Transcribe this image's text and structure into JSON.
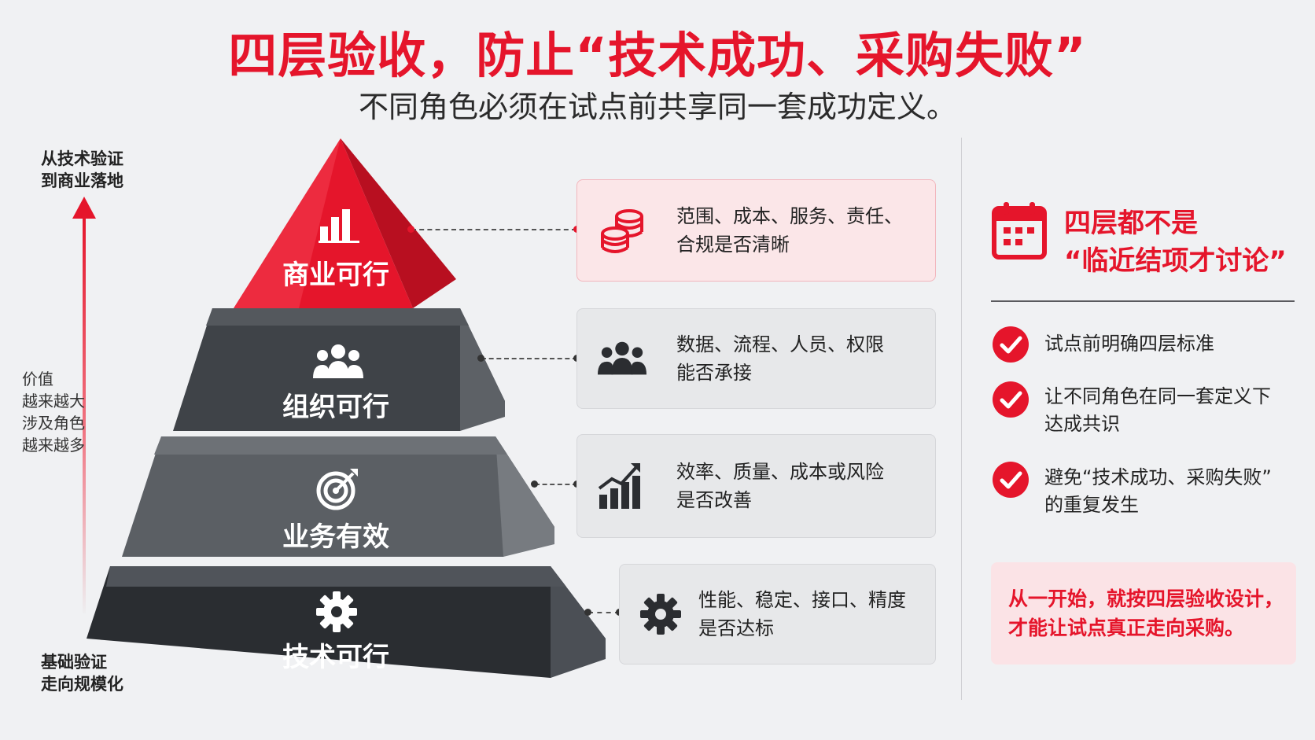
{
  "header": {
    "title": "四层验收，防止“技术成功、采购失败”",
    "subtitle": "不同角色必须在试点前共享同一套成功定义。"
  },
  "axis": {
    "top_label": [
      "从技术验证",
      "到商业落地"
    ],
    "middle_label": [
      "价值",
      "越来越大",
      "涉及角色",
      "越来越多"
    ],
    "bottom_label": [
      "基础验证",
      "走向规模化"
    ]
  },
  "tiers": [
    {
      "name": "商业可行",
      "icon": "bar-chart-icon",
      "detail_icon": "coins-icon",
      "detail": [
        "范围、成本、服务、责任、",
        "合规是否清晰"
      ],
      "color": "#e5152b"
    },
    {
      "name": "组织可行",
      "icon": "people-icon",
      "detail_icon": "people-icon",
      "detail": [
        "数据、流程、人员、权限",
        "能否承接"
      ],
      "color": "#45494e"
    },
    {
      "name": "业务有效",
      "icon": "target-icon",
      "detail_icon": "growth-chart-icon",
      "detail": [
        "效率、质量、成本或风险",
        "是否改善"
      ],
      "color": "#5f6368"
    },
    {
      "name": "技术可行",
      "icon": "gear-icon",
      "detail_icon": "gear-icon",
      "detail": [
        "性能、稳定、接口、精度",
        "是否达标"
      ],
      "color": "#35393e"
    }
  ],
  "sidebar": {
    "title": [
      "四层都不是",
      "“临近结项才讨论”"
    ],
    "icon": "calendar-icon",
    "checks": [
      {
        "text": [
          "试点前明确四层标准"
        ]
      },
      {
        "text": [
          "让不同角色在同一套定义下",
          "达成共识"
        ]
      },
      {
        "text": [
          "避免“技术成功、采购失败”",
          "的重复发生"
        ]
      }
    ],
    "callout": [
      "从一开始，就按四层验收设计，",
      "才能让试点真正走向采购。"
    ]
  },
  "colors": {
    "accent": "#e5152b",
    "dark": "#35393e",
    "mid": "#5f6368",
    "background": "#f0f1f3"
  }
}
